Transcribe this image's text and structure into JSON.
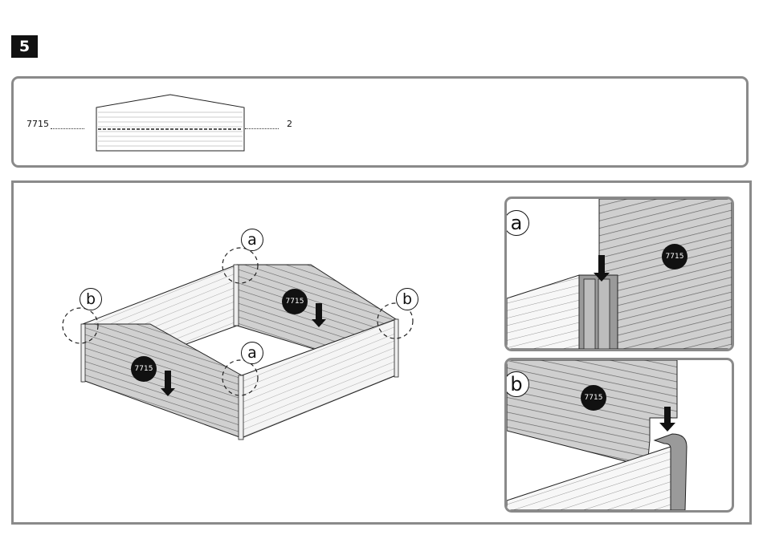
{
  "step": {
    "number": "5"
  },
  "parts": {
    "code": "7715",
    "quantity": "2"
  },
  "scene": {
    "callouts": [
      "a",
      "b",
      "a",
      "b"
    ],
    "panel_tags": [
      "7715",
      "7715"
    ]
  },
  "details": [
    {
      "letter": "a",
      "tag": "7715"
    },
    {
      "letter": "b",
      "tag": "7715"
    }
  ],
  "colors": {
    "panel_fill": "#d4d4d4",
    "line": "#222222",
    "frame": "#8a8a8a",
    "badge": "#111111"
  }
}
